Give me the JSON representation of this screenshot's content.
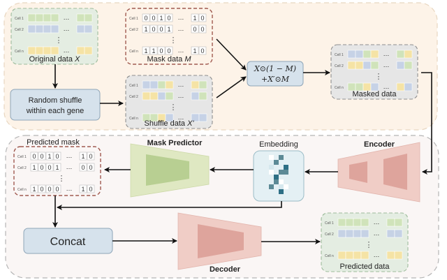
{
  "colors": {
    "top_panel_bg": "#fdf3e8",
    "top_panel_border": "#e8d6c0",
    "bottom_panel_bg": "#faf6f5",
    "bottom_panel_border": "#b5b5b5",
    "green": "#cfe3b8",
    "blue": "#c5d1e6",
    "yellow": "#f6e3a2",
    "data_box_green": "#e4ede2",
    "data_box_gray": "#e6e6e6",
    "mask_box_border": "#a05a50",
    "process_box": "#d6e2ec",
    "mask_predictor": "#dfe8c2",
    "mask_predictor_inner": "#b8cf92",
    "encoder": "#f0cdc6",
    "encoder_inner": "#dea49c",
    "embedding_bg": "#e4f0f4",
    "embedding_dark": "#2e6f85",
    "embedding_mid": "#5c8a96"
  },
  "cells": {
    "row_labels": [
      "Cell 1",
      "Cell 2",
      "Cell n"
    ],
    "ellipsis": "…",
    "vdots": "⋮"
  },
  "original_data": {
    "caption": "Original data",
    "var": "X",
    "rows": [
      [
        "g",
        "g",
        "g",
        "g",
        "g",
        "g"
      ],
      [
        "b",
        "b",
        "b",
        "b",
        "b",
        "b"
      ],
      [
        "y",
        "y",
        "y",
        "y",
        "y",
        "y"
      ]
    ]
  },
  "mask_data": {
    "caption": "Mask data",
    "var": "M",
    "rows": [
      [
        "0",
        "0",
        "1",
        "0",
        "1",
        "0"
      ],
      [
        "1",
        "0",
        "0",
        "1",
        "0",
        "0"
      ],
      [
        "1",
        "1",
        "0",
        "0",
        "1",
        "0"
      ]
    ]
  },
  "shuffle_step": {
    "line1": "Random shuffle",
    "line2": "within each gene"
  },
  "shuffle_data": {
    "caption": "Shuffle data",
    "var": "X'",
    "rows": [
      [
        "b",
        "b",
        "g",
        "y",
        "y",
        "g"
      ],
      [
        "y",
        "y",
        "b",
        "g",
        "b",
        "g"
      ],
      [
        "g",
        "g",
        "y",
        "b",
        "b",
        "b"
      ]
    ]
  },
  "formula": {
    "line1": "X⊙(1 − M)",
    "line2": "+X′⊙M"
  },
  "masked_data": {
    "caption": "Masked data",
    "rows": [
      [
        "b",
        "b",
        "g",
        "y",
        "g",
        "y"
      ],
      [
        "y",
        "y",
        "b",
        "g",
        "b",
        "g"
      ],
      [
        "g",
        "g",
        "y",
        "b",
        "y",
        "b"
      ]
    ]
  },
  "encoder": {
    "label": "Encoder"
  },
  "embedding": {
    "label": "Embedding"
  },
  "mask_predictor": {
    "label": "Mask Predictor"
  },
  "predicted_mask": {
    "caption": "Predicted mask",
    "rows": [
      [
        "0",
        "0",
        "1",
        "0",
        "1",
        "0"
      ],
      [
        "1",
        "0",
        "0",
        "1",
        "0",
        "0"
      ],
      [
        "1",
        "0",
        "0",
        "0",
        "1",
        "0"
      ]
    ]
  },
  "concat": {
    "label": "Concat"
  },
  "decoder": {
    "label": "Decoder"
  },
  "predicted_data": {
    "caption": "Predicted data",
    "rows": [
      [
        "g",
        "g",
        "g",
        "g",
        "g",
        "g"
      ],
      [
        "b",
        "b",
        "b",
        "b",
        "b",
        "b"
      ],
      [
        "y",
        "y",
        "y",
        "y",
        "y",
        "y"
      ]
    ]
  }
}
